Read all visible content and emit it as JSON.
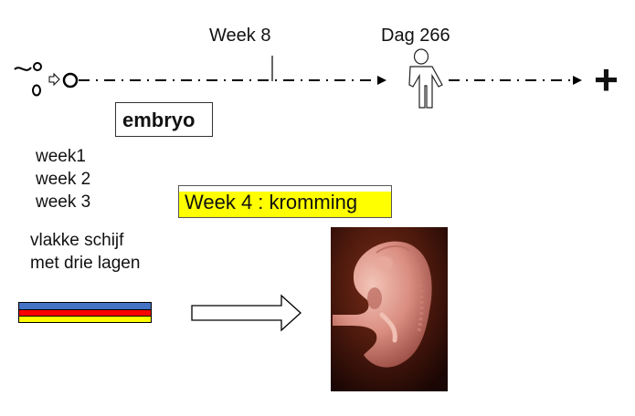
{
  "timeline": {
    "week8_label": "Week 8",
    "day266_label": "Dag 266",
    "end_symbol": "+"
  },
  "embryo_label": "embryo",
  "weeks_list": [
    "week1",
    "week 2",
    "week 3"
  ],
  "highlight_label": "Week 4 : kromming",
  "disc_description": [
    "vlakke schijf",
    "met drie lagen"
  ],
  "layers": {
    "colors": [
      "#4472c4",
      "#ff0000",
      "#ffff00"
    ]
  },
  "colors": {
    "highlight": "#ffff00",
    "line": "#000000"
  }
}
